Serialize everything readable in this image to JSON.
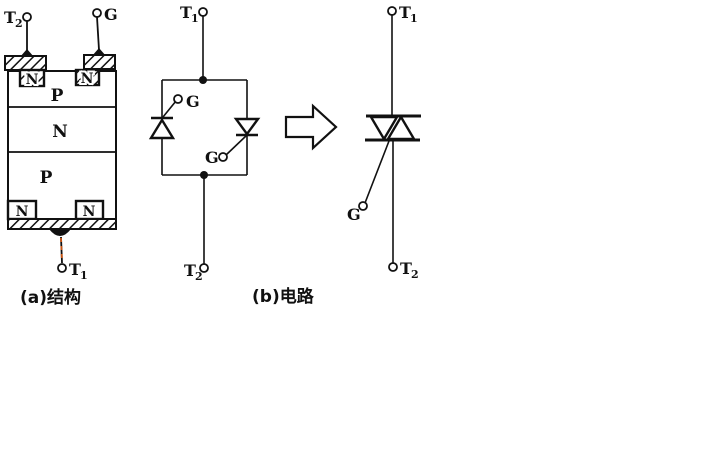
{
  "figure": {
    "colors": {
      "ink": "#111111",
      "lead_orange": "#cc5512",
      "background": "#ffffff"
    },
    "structure": {
      "caption": "(a)结构",
      "terminal_t2": {
        "main": "T",
        "sub": "2"
      },
      "terminal_g": "G",
      "terminal_t1": {
        "main": "T",
        "sub": "1"
      },
      "layer_p_top": "P",
      "layer_n_mid": "N",
      "layer_p_bot": "P",
      "well_top_left": "N",
      "well_top_right": "N",
      "well_bot_left": "N",
      "well_bot_right": "N"
    },
    "circuit": {
      "caption": "(b)电路",
      "terminal_t1": {
        "main": "T",
        "sub": "1"
      },
      "terminal_t2": {
        "main": "T",
        "sub": "2"
      },
      "gate_left": "G",
      "gate_right": "G"
    },
    "symbol": {
      "terminal_t1": {
        "main": "T",
        "sub": "1"
      },
      "terminal_t2": {
        "main": "T",
        "sub": "2"
      },
      "gate": "G"
    }
  }
}
